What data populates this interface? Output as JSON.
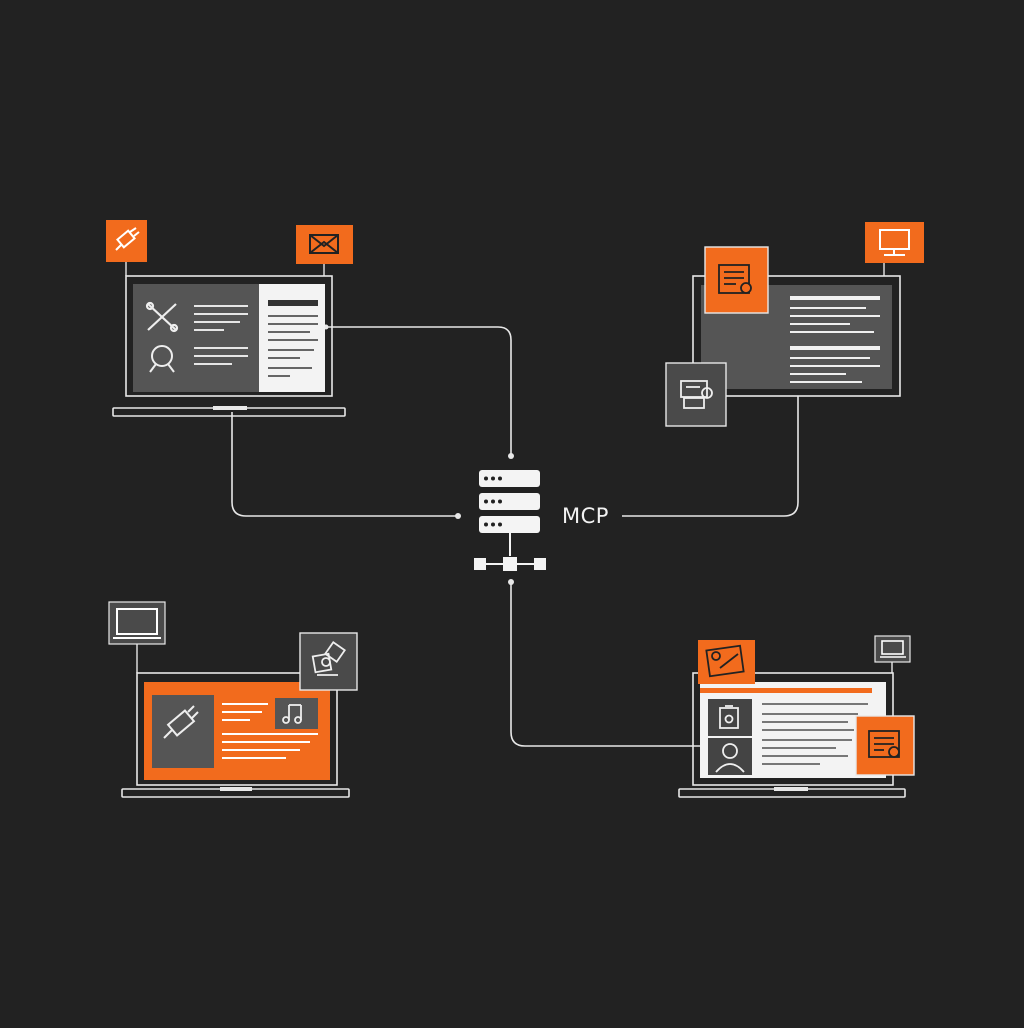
{
  "hub": {
    "label": "MCP"
  },
  "colors": {
    "background": "#222222",
    "accent": "#f26b1d",
    "line": "#e8e8e8",
    "panel": "#555555",
    "dark_tile": "#4a4a4a",
    "light_panel": "#f3f3f3"
  },
  "clients": [
    {
      "position": "top-left",
      "device": "laptop",
      "badges": [
        "plug-icon",
        "envelope-icon"
      ]
    },
    {
      "position": "top-right",
      "device": "monitor",
      "badges": [
        "document-icon",
        "monitor-icon",
        "server-card-icon"
      ]
    },
    {
      "position": "bottom-left",
      "device": "laptop",
      "badges": [
        "monitor-icon",
        "link-icon"
      ]
    },
    {
      "position": "bottom-right",
      "device": "laptop",
      "badges": [
        "image-icon",
        "monitor-icon",
        "document-icon"
      ]
    }
  ]
}
